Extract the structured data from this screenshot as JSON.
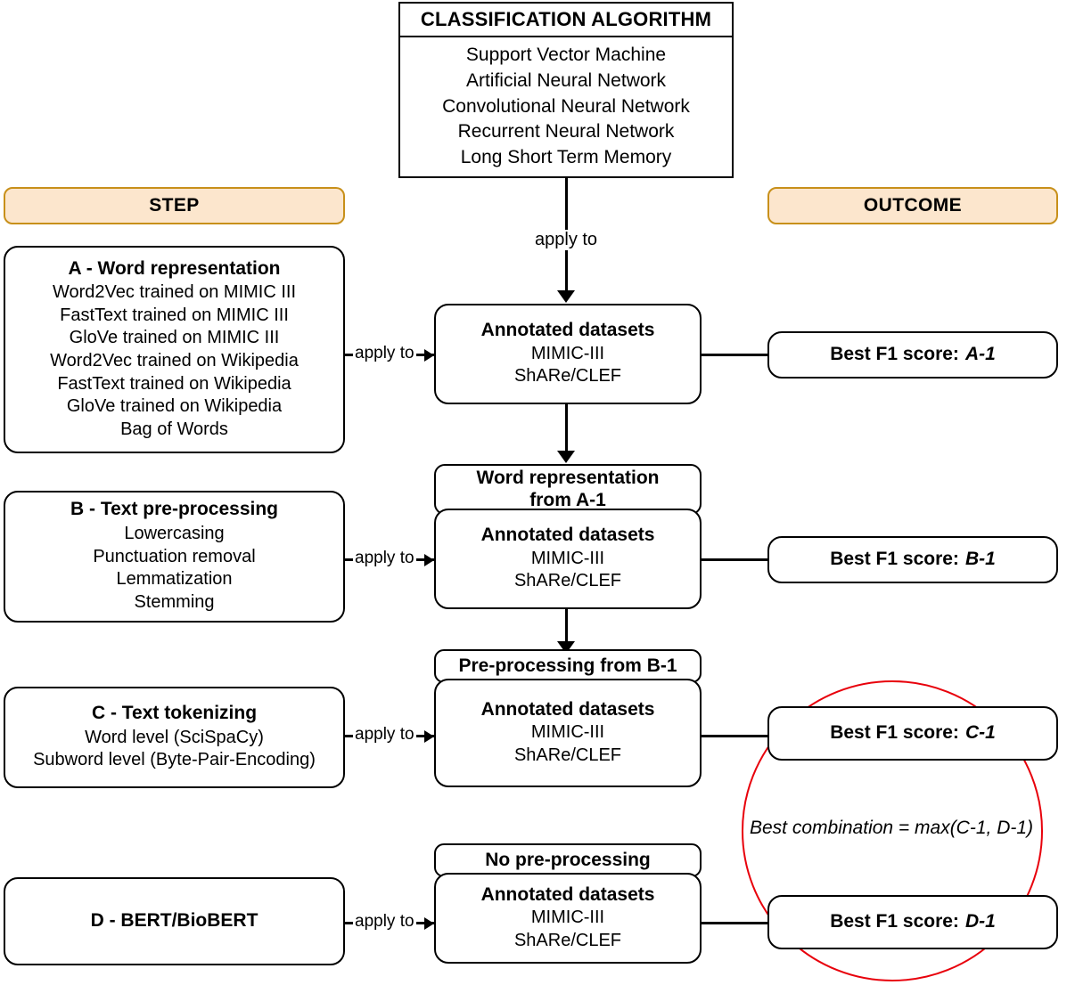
{
  "diagram": {
    "title": "Experimental pipeline flowchart",
    "colors": {
      "header_fill": "#fce6cd",
      "header_border": "#c8901a",
      "highlight_circle": "#e8000b",
      "box_border": "#000000",
      "background": "#ffffff"
    }
  },
  "classification_algorithm": {
    "header": "CLASSIFICATION ALGORITHM",
    "items": [
      "Support Vector Machine",
      "Artificial Neural Network",
      "Convolutional Neural Network",
      "Recurrent Neural Network",
      "Long Short Term Memory"
    ]
  },
  "column_headers": {
    "step": "STEP",
    "outcome": "OUTCOME"
  },
  "edges": {
    "apply_to": "apply to",
    "apply_to_a": "apply to",
    "apply_to_b": "apply to",
    "apply_to_c": "apply to",
    "apply_to_d": "apply to"
  },
  "steps": [
    {
      "id": "A",
      "title": "A - Word representation",
      "items": [
        "Word2Vec trained on MIMIC III",
        "FastText trained on MIMIC III",
        "GloVe trained on MIMIC III",
        "Word2Vec trained on Wikipedia",
        "FastText trained on Wikipedia",
        "GloVe trained on Wikipedia",
        "Bag of Words"
      ]
    },
    {
      "id": "B",
      "title": "B - Text pre-processing",
      "items": [
        "Lowercasing",
        "Punctuation removal",
        "Lemmatization",
        "Stemming"
      ]
    },
    {
      "id": "C",
      "title": "C - Text tokenizing",
      "items": [
        "Word level (SciSpaCy)",
        "Subword level (Byte-Pair-Encoding)"
      ]
    },
    {
      "id": "D",
      "title": "D - BERT/BioBERT",
      "items": []
    }
  ],
  "middle": {
    "datasets_title": "Annotated datasets",
    "dataset_1": "MIMIC-III",
    "dataset_2": "ShARe/CLEF",
    "carry_b": "Word representation\nfrom A-1",
    "carry_b_line1": "Word representation",
    "carry_b_line2": "from A-1",
    "carry_c": "Pre-processing from B-1",
    "carry_d": "No pre-processing"
  },
  "outcomes": [
    {
      "id": "A-1",
      "label": "Best F1 score:",
      "value": "A-1"
    },
    {
      "id": "B-1",
      "label": "Best F1 score:",
      "value": "B-1"
    },
    {
      "id": "C-1",
      "label": "Best F1 score:",
      "value": "C-1"
    },
    {
      "id": "D-1",
      "label": "Best F1 score:",
      "value": "D-1"
    }
  ],
  "highlight": {
    "text": "Best combination = max(C-1, D-1)"
  }
}
